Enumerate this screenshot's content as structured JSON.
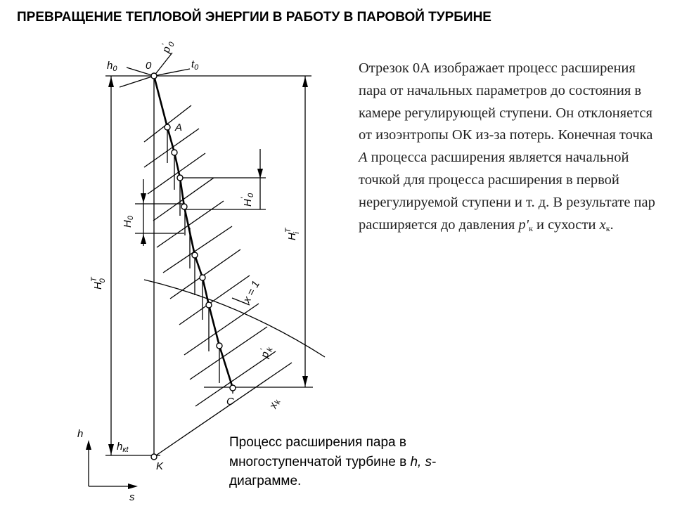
{
  "title": "ПРЕВРАЩЕНИЕ ТЕПЛОВОЙ ЭНЕРГИИ В РАБОТУ В ПАРОВОЙ ТУРБИНЕ",
  "description": {
    "p1": "Отрезок 0А изображает процесс расширения пара от начальных параметров до состояния в камере регулирующей ступени. Он отклоняется от изоэнтропы ОК из-за потерь. Конечная точка ",
    "point_a": "А",
    "p2": " процесса расширения является начальной точкой для процесса расширения в первой нерегулируемой ступени и т. д. В результате пар расширяется до давления ",
    "p_symbol": "p'",
    "p_sub": "к",
    "p3": " и сухости ",
    "x_symbol": "x",
    "x_sub": "к",
    "p4": "."
  },
  "caption": {
    "text1": "Процесс расширения пара в многоступенчатой турбине в ",
    "hs": "h, s",
    "text2": "-диаграмме."
  },
  "diagram_labels": {
    "h0": "h0",
    "point_0": "0",
    "p0": "p'0",
    "t0": "t0",
    "point_a": "A",
    "h0_small": "H0",
    "h0_prime": "H'0",
    "h0t": "HT0",
    "hit": "HTi",
    "x1": "x = 1",
    "pk": "p'k",
    "point_c": "C",
    "xk": "xk",
    "h_axis": "h",
    "s_axis": "s",
    "hkt": "hкt",
    "point_k": "K"
  },
  "colors": {
    "ink": "#000000",
    "text": "#222222",
    "background": "#ffffff"
  }
}
